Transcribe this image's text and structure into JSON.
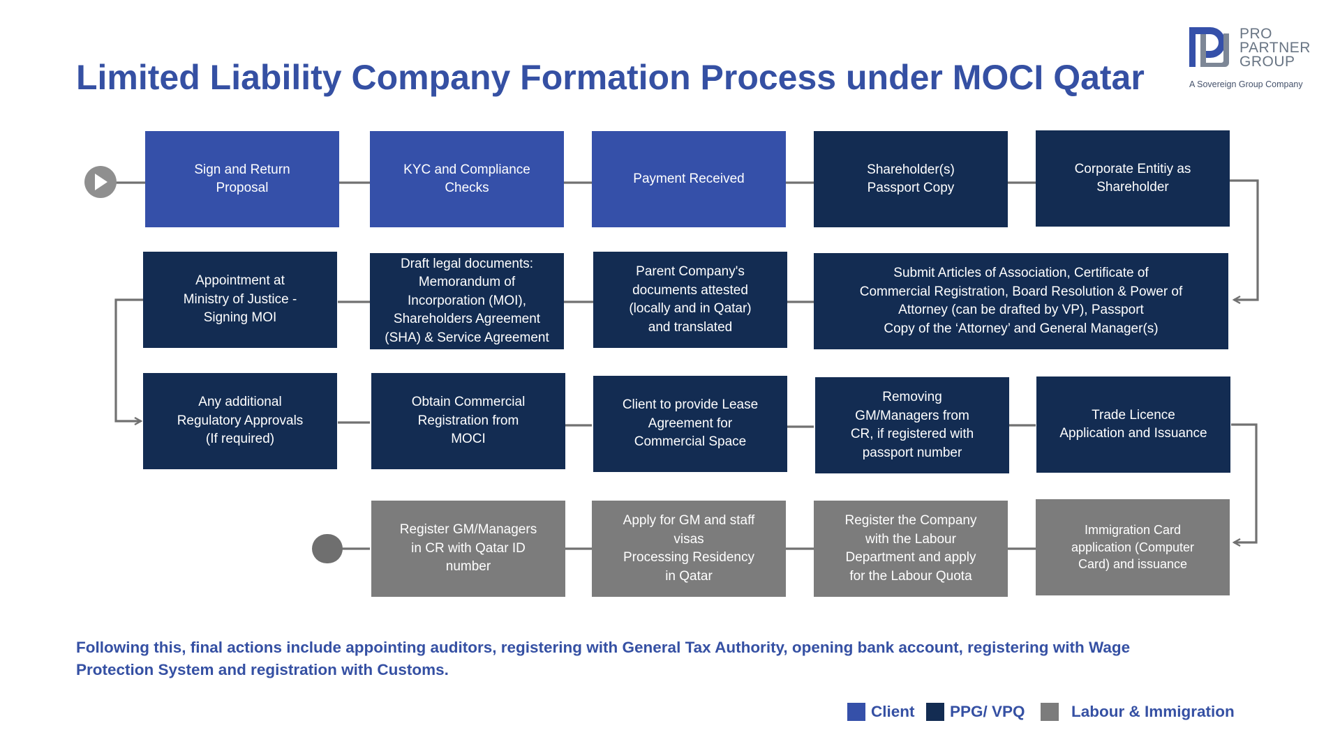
{
  "title": "Limited Liability Company Formation Process under MOCI Qatar",
  "logo": {
    "lines": [
      "PRO",
      "PARTNER",
      "GROUP"
    ],
    "tagline": "A Sovereign Group Company"
  },
  "colors": {
    "client": "#3550a9",
    "ppg": "#132c52",
    "labour": "#7c7c7c",
    "connector": "#717171",
    "title": "#3550a3"
  },
  "steps": {
    "row1": [
      {
        "label": "Sign and Return\nProposal",
        "category": "client"
      },
      {
        "label": "KYC and Compliance\nChecks",
        "category": "client"
      },
      {
        "label": "Payment Received",
        "category": "client"
      },
      {
        "label": "Shareholder(s)\nPassport Copy",
        "category": "ppg"
      },
      {
        "label": "Corporate Entitiy as\nShareholder",
        "category": "ppg"
      }
    ],
    "row2": [
      {
        "label": "Appointment at\nMinistry of Justice -\nSigning MOI",
        "category": "ppg"
      },
      {
        "label": "Draft legal documents:\nMemorandum of\nIncorporation (MOI),\nShareholders Agreement\n(SHA) & Service Agreement",
        "category": "ppg"
      },
      {
        "label": "Parent Company's\ndocuments attested\n(locally and in Qatar)\nand translated",
        "category": "ppg"
      },
      {
        "label": "Submit Articles of Association, Certificate of\nCommercial Registration, Board Resolution & Power of\nAttorney (can be drafted by VP), Passport\nCopy of the ‘Attorney’ and General Manager(s)",
        "category": "ppg"
      }
    ],
    "row3": [
      {
        "label": "Any additional\nRegulatory Approvals\n(If required)",
        "category": "ppg"
      },
      {
        "label": "Obtain Commercial\nRegistration from\nMOCI",
        "category": "ppg"
      },
      {
        "label": "Client to provide Lease\nAgreement for\nCommercial Space",
        "category": "ppg"
      },
      {
        "label": "Removing\nGM/Managers from\nCR, if registered with\npassport number",
        "category": "ppg"
      },
      {
        "label": "Trade Licence\nApplication and Issuance",
        "category": "ppg"
      }
    ],
    "row4": [
      {
        "label": "Register GM/Managers\nin CR with Qatar ID\nnumber",
        "category": "labour"
      },
      {
        "label": "Apply for GM and staff\nvisas\nProcessing Residency\nin Qatar",
        "category": "labour"
      },
      {
        "label": "Register the Company\nwith the Labour\nDepartment and apply\nfor the Labour Quota",
        "category": "labour"
      },
      {
        "label": "Immigration Card\napplication (Computer\nCard) and issuance",
        "category": "labour"
      }
    ]
  },
  "footer_note": "Following this, final actions include appointing auditors, registering with General Tax Authority, opening bank account, registering with Wage Protection System and registration with Customs.",
  "legend": [
    {
      "label": "Client",
      "color": "#3550a9",
      "text_color": "#3550a3"
    },
    {
      "label": "PPG/ VPQ",
      "color": "#132c52",
      "text_color": "#3550a3"
    },
    {
      "label": "Labour & Immigration",
      "color": "#7c7c7c",
      "text_color": "#3550a3"
    }
  ]
}
